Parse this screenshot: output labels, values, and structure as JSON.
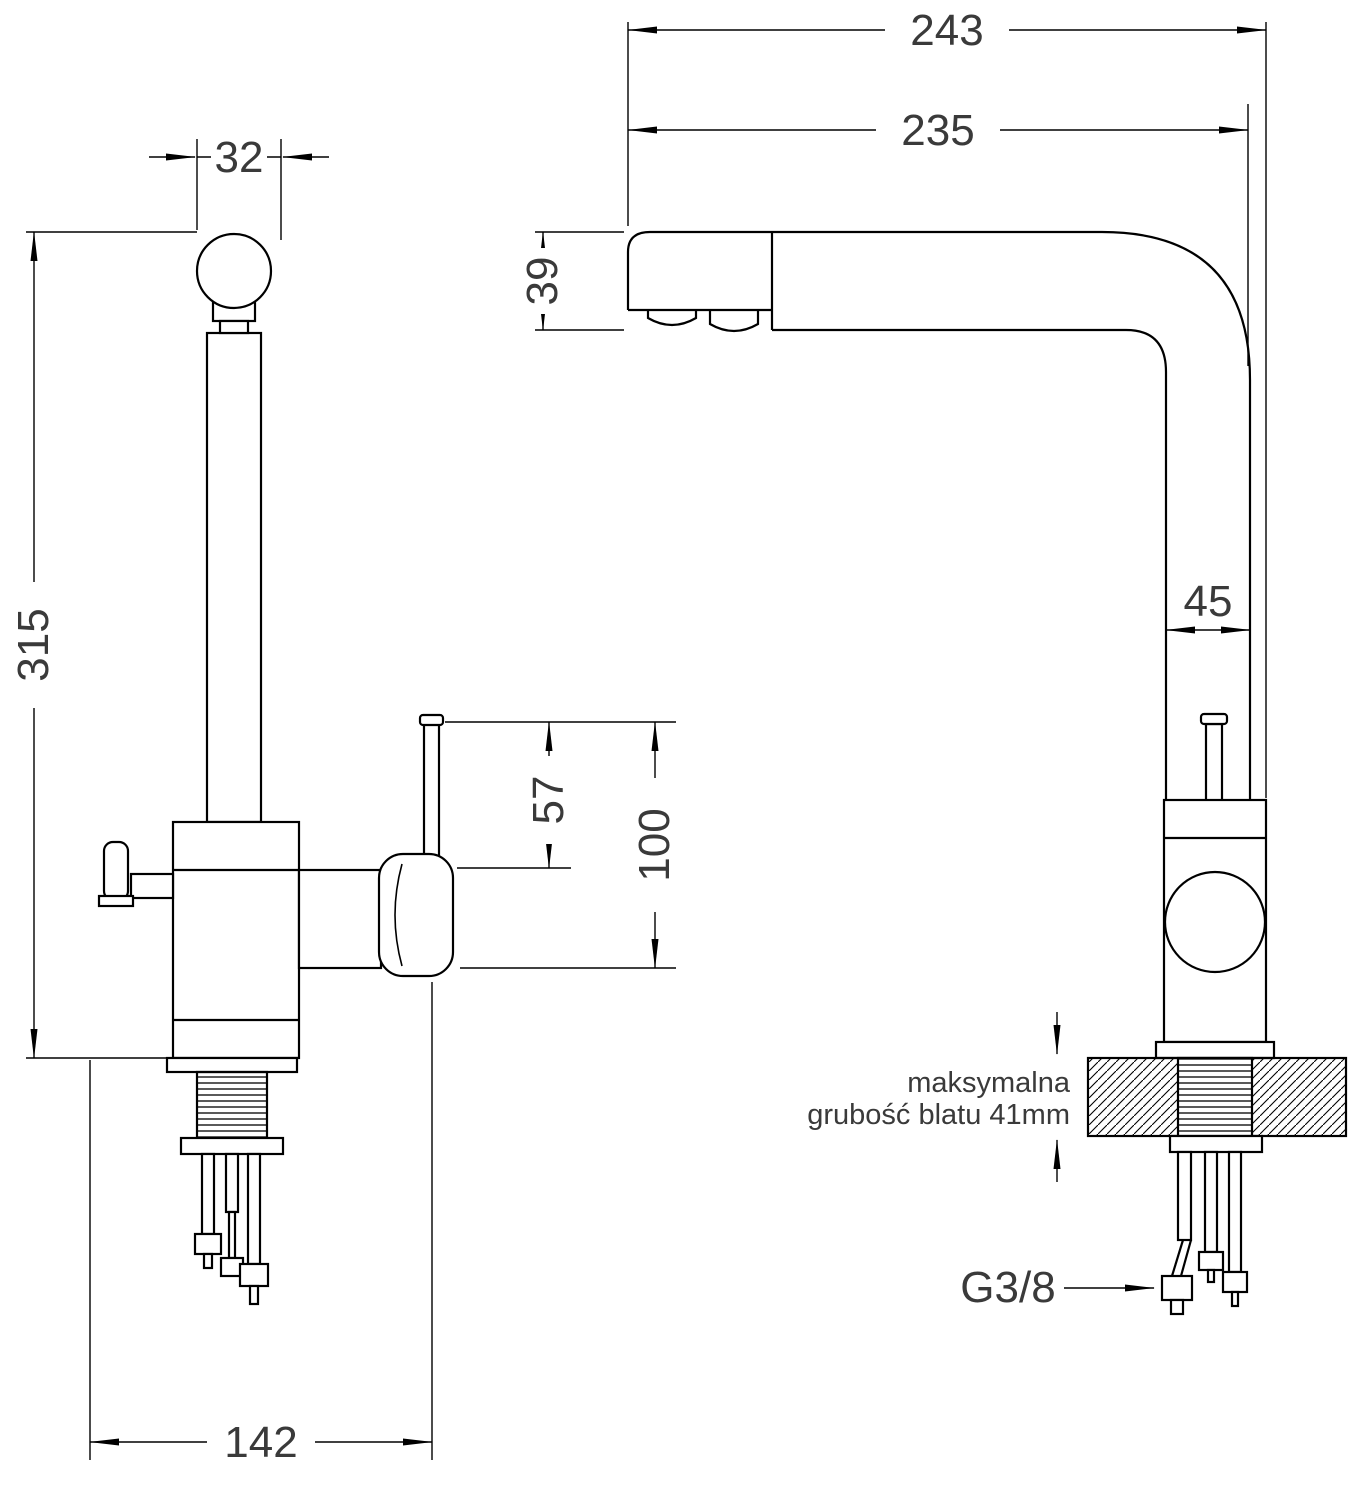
{
  "dims": {
    "total_depth": "243",
    "spout_depth": "235",
    "cap_width": "32",
    "spout_head_height": "39",
    "total_height": "315",
    "column_width": "45",
    "lever_height": "57",
    "handle_height": "100",
    "base_depth": "142"
  },
  "labels": {
    "thread_size": "G3/8",
    "note_line1": "maksymalna",
    "note_line2": "grubość blatu 41mm"
  },
  "colors": {
    "line": "#000000",
    "text": "#3a3a3a",
    "background": "#ffffff"
  }
}
